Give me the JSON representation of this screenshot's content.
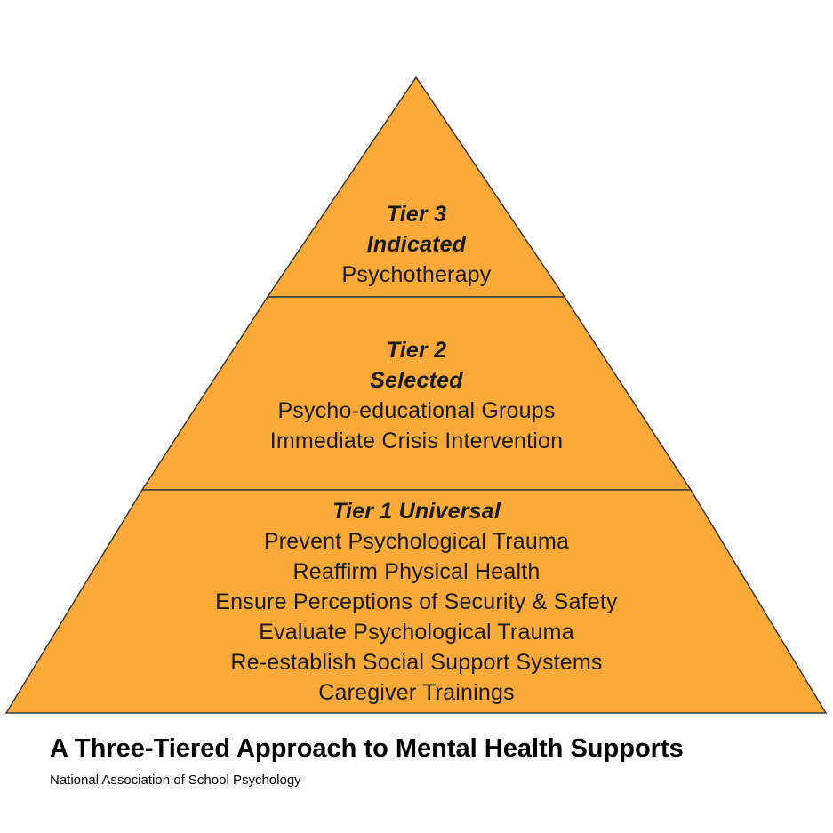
{
  "colors": {
    "fill": "#FBAA3A",
    "stroke": "#3a3a3a",
    "text": "#1a1a1a"
  },
  "tiers": [
    {
      "id": "tier3",
      "heading_lines": [
        "Tier 3",
        "Indicated"
      ],
      "items": [
        "Psychotherapy"
      ]
    },
    {
      "id": "tier2",
      "heading_lines": [
        "Tier 2",
        "Selected"
      ],
      "items": [
        "Psycho-educational Groups",
        "Immediate Crisis Intervention"
      ]
    },
    {
      "id": "tier1",
      "heading_lines": [
        "Tier 1 Universal"
      ],
      "items": [
        "Prevent Psychological Trauma",
        "Reaffirm Physical Health",
        "Ensure Perceptions of Security & Safety",
        "Evaluate Psychological Trauma",
        "Re-establish Social Support Systems",
        "Caregiver Trainings"
      ]
    }
  ],
  "caption": {
    "title": "A Three-Tiered Approach to Mental Health Supports",
    "source": "National Association of School Psychology"
  }
}
